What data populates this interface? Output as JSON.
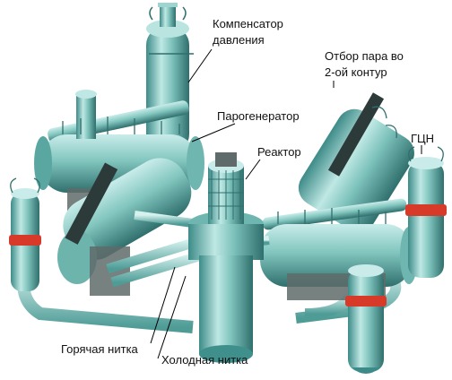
{
  "labels": {
    "pressurizer_line1": "Компенсатор",
    "pressurizer_line2": "давления",
    "steam_line1": "Отбор пара во",
    "steam_line2": "2-ой контур",
    "steam_generator": "Парогенератор",
    "reactor": "Реактор",
    "pump": "ГЦН",
    "hot_leg": "Горячая нитка",
    "cold_leg": "Холодная нитка"
  },
  "colors": {
    "metal_dark": "#3f8f8c",
    "metal_mid": "#7fc4bd",
    "metal_light": "#c9ecea",
    "pump_band": "#d83a2a",
    "steam_pipe": "#2d3a3a",
    "leader": "#000000"
  }
}
